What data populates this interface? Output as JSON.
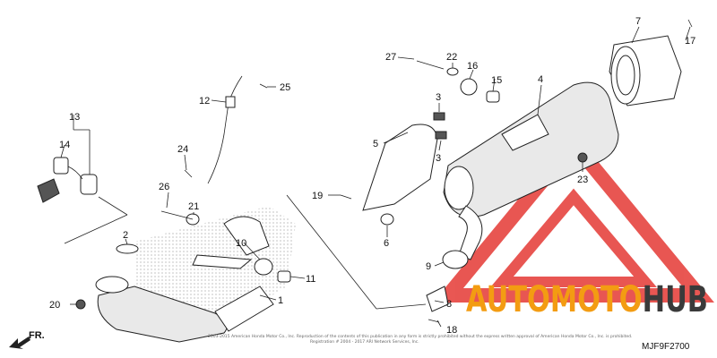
{
  "callouts": {
    "c1": "1",
    "c2": "2",
    "c3a": "3",
    "c3b": "3",
    "c4": "4",
    "c5": "5",
    "c6": "6",
    "c7": "7",
    "c8": "8",
    "c9": "9",
    "c10": "10",
    "c11": "11",
    "c12": "12",
    "c13": "13",
    "c14": "14",
    "c15": "15",
    "c16": "16",
    "c17": "17",
    "c18": "18",
    "c19": "19",
    "c20": "20",
    "c21": "21",
    "c22": "22",
    "c23": "23",
    "c24": "24",
    "c25": "25",
    "c26": "26",
    "c27": "27"
  },
  "direction": {
    "label": "FR."
  },
  "diagram_code": "MJF9F2700",
  "watermark": {
    "part1": "AUTOMOTO",
    "part2": "HUB",
    "color1": "#f39c12",
    "color2": "#3a3a3a",
    "logo_color": "#e53935"
  },
  "copyright": {
    "line1": "2003-2015 American Honda Motor Co., Inc. Reproduction of the contents of this publication in any form is strictly prohibited without the express written approval of American Honda Motor Co., Inc. is prohibited.",
    "line2": "Registration # 2004 - 2017 ARI Network Services, Inc."
  }
}
